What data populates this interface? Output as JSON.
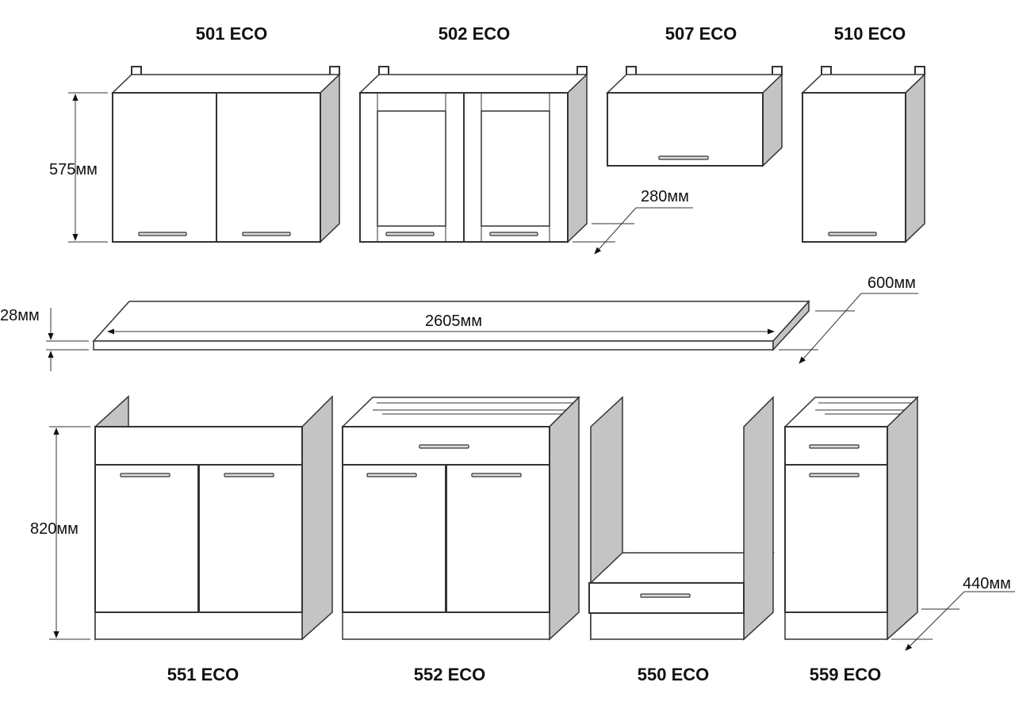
{
  "labels": {
    "c501": "501 ECO",
    "c502": "502 ECO",
    "c507": "507 ECO",
    "c510": "510 ECO",
    "c551": "551 ECO",
    "c552": "552 ECO",
    "c550": "550 ECO",
    "c559": "559 ECO"
  },
  "dimensions": {
    "wall_height": "575мм",
    "wall_depth": "280мм",
    "top_thickness": "28мм",
    "top_length": "2605мм",
    "top_depth": "600мм",
    "base_height": "820мм",
    "base_depth": "440мм"
  }
}
